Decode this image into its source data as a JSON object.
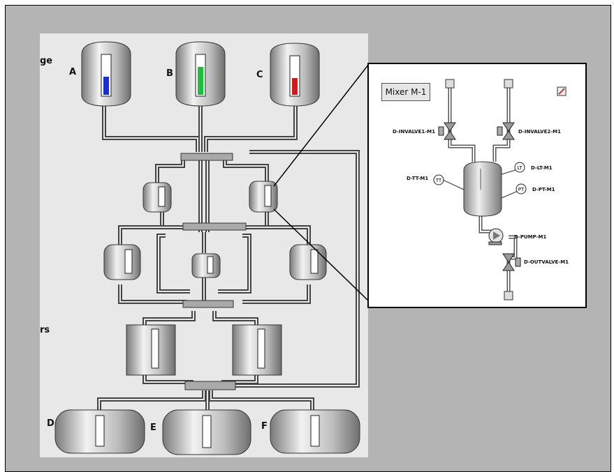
{
  "plant": {
    "partial_labels": [
      "ge",
      "rs"
    ],
    "tank_labels": {
      "A": "A",
      "B": "B",
      "C": "C",
      "D": "D",
      "E": "E",
      "F": "F"
    },
    "level_colors": {
      "A": "#1c2fd6",
      "B": "#19c23a",
      "C": "#d21a1a"
    }
  },
  "zoom": {
    "title": "Mixer M-1",
    "tags": {
      "invalve1": "D-INVALVE1-M1",
      "invalve2": "D-INVALVE2-M1",
      "tt": "D-TT-M1",
      "lt": "D-LT-M1",
      "pt": "D-PT-M1",
      "pump": "D-PUMP-M1",
      "outvalve": "D-OUTVALVE-M1"
    },
    "instrument_letters": {
      "tt": "TT",
      "lt": "LT",
      "pt": "PT"
    }
  }
}
